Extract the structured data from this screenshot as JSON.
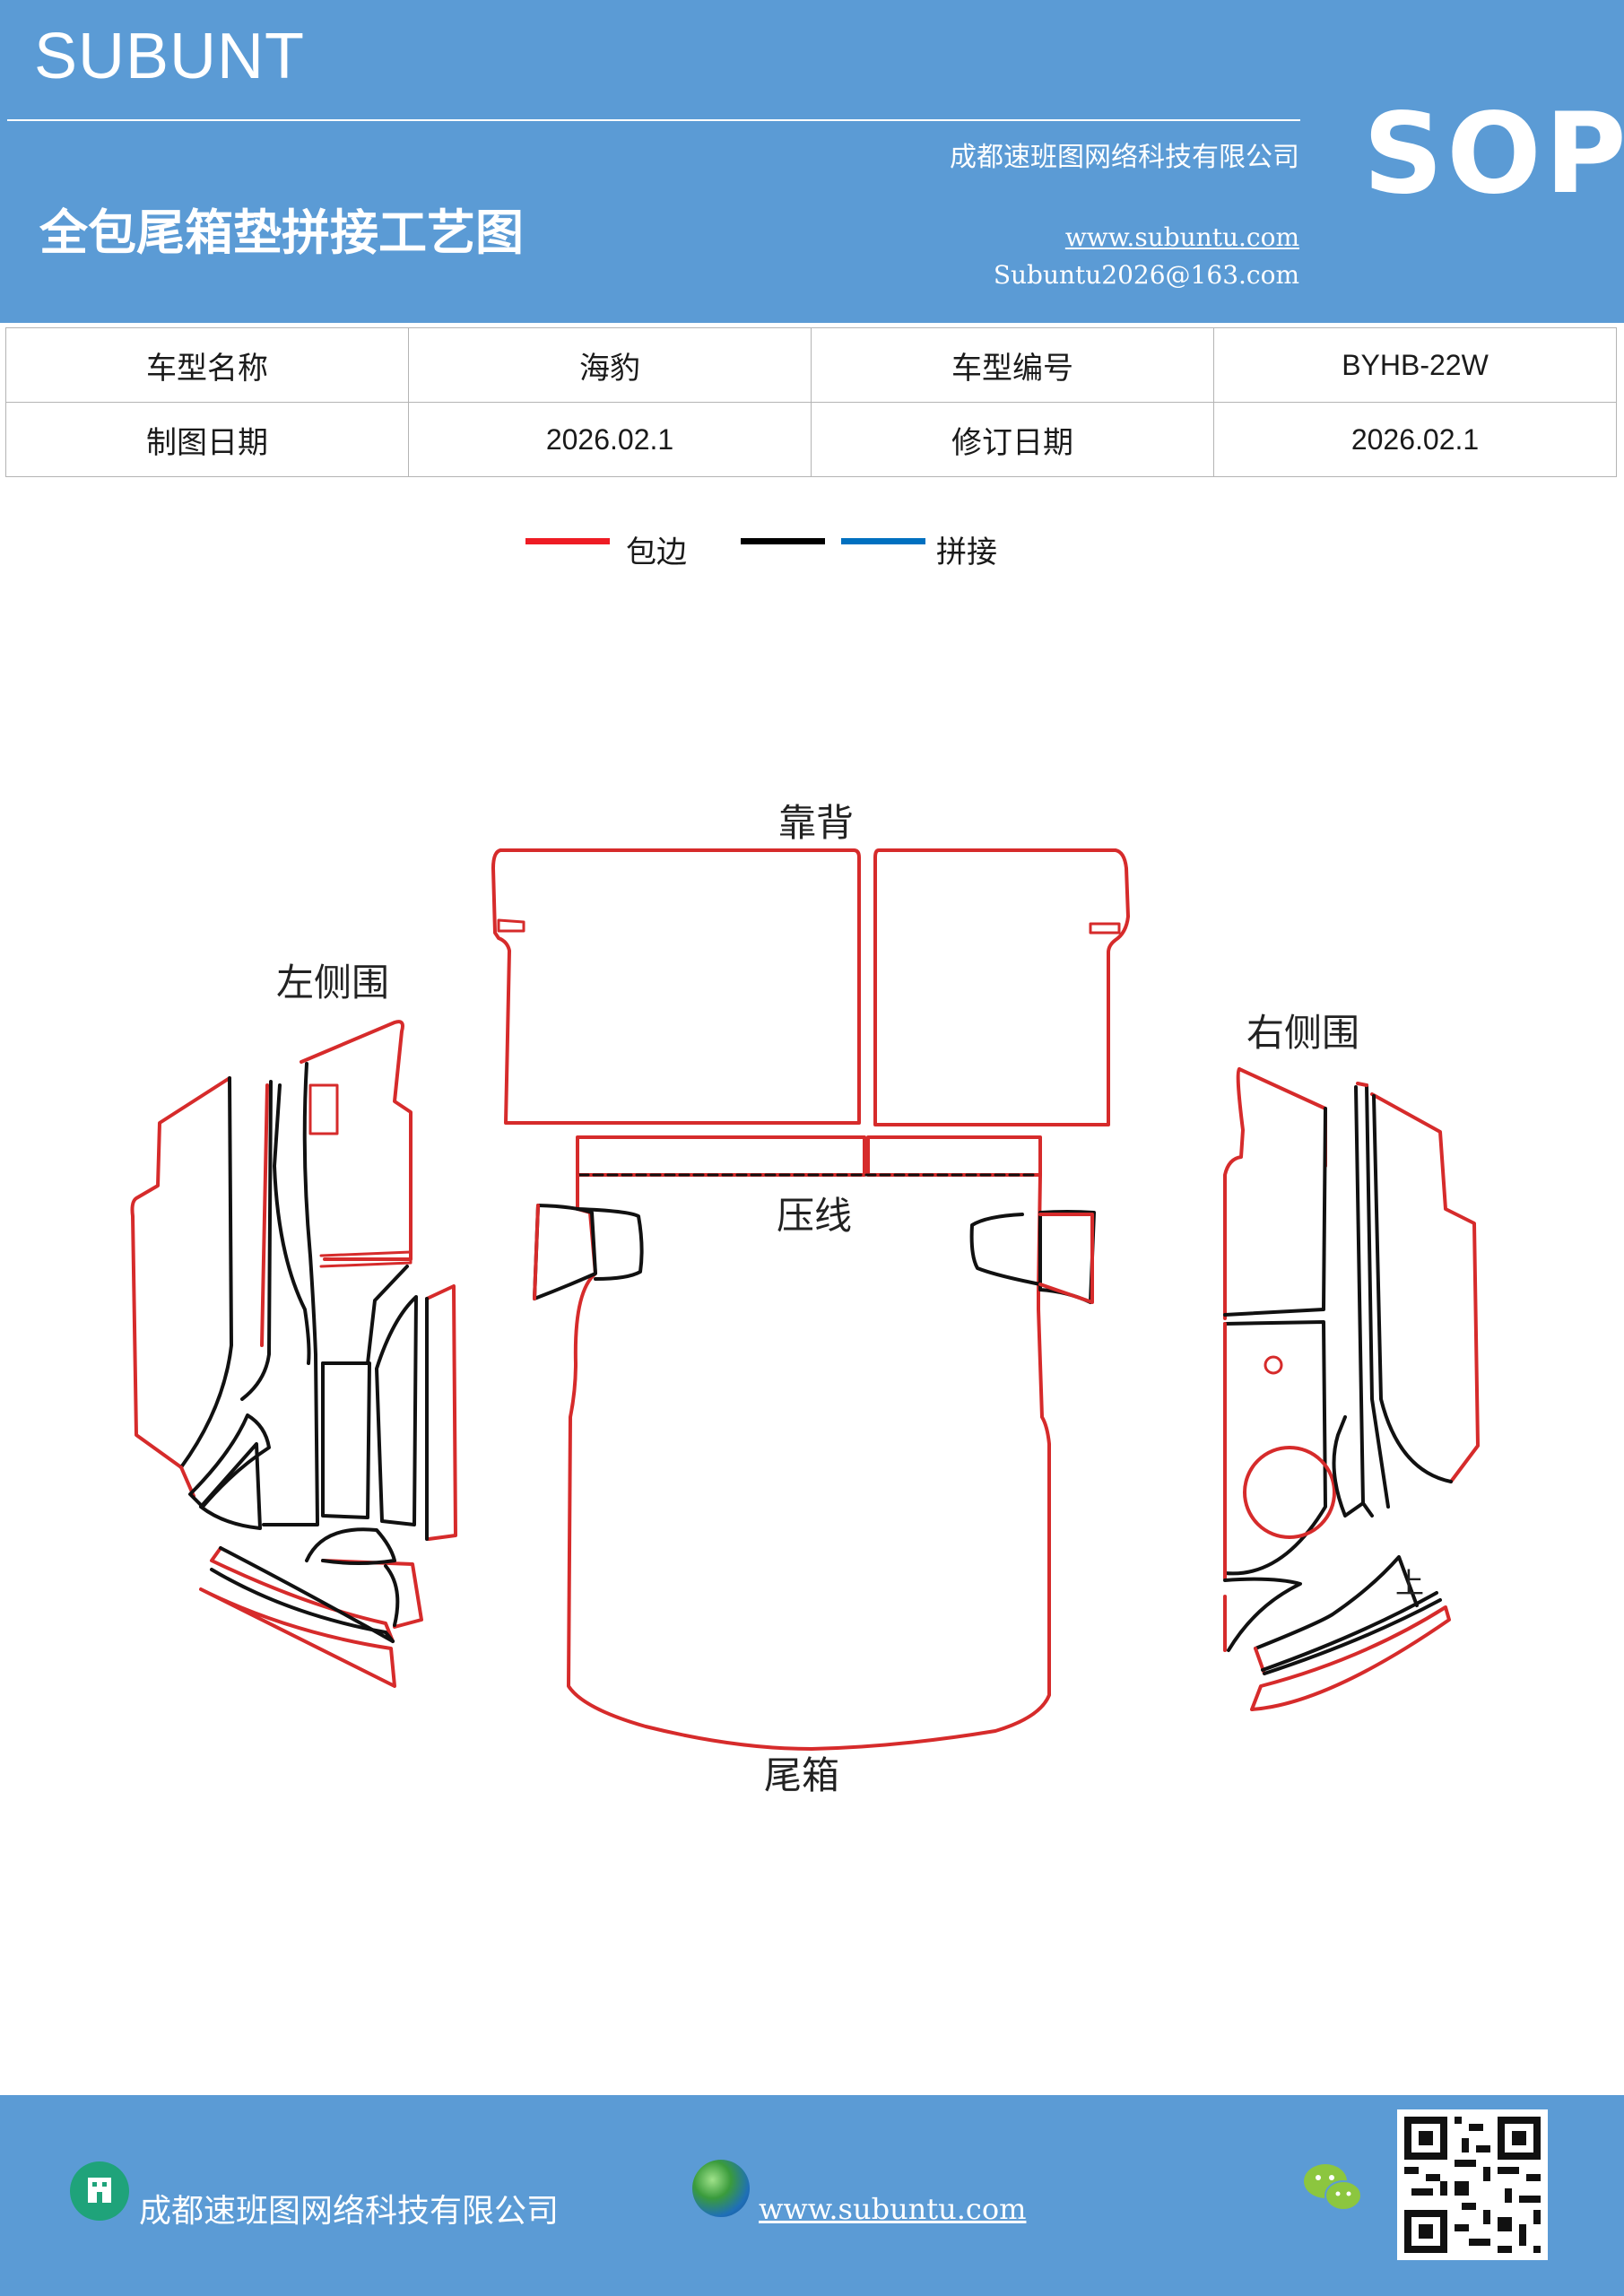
{
  "header": {
    "brand": "SUBUNT",
    "company": "成都速班图网络科技有限公司",
    "title": "全包尾箱垫拼接工艺图",
    "website": "www.subuntu.com",
    "email": "Subuntu2026@163.com",
    "badge": "SOP"
  },
  "info": {
    "model_name_label": "车型名称",
    "model_name_value": "海豹",
    "model_code_label": "车型编号",
    "model_code_value": "BYHB-22W",
    "draw_date_label": "制图日期",
    "draw_date_value": "2026.02.1",
    "revise_date_label": "修订日期",
    "revise_date_value": "2026.02.1"
  },
  "legend": {
    "items": [
      {
        "color": "#ee1c24",
        "label": "包边"
      },
      {
        "color": "#000000",
        "label": ""
      },
      {
        "color": "#0070c0",
        "label": "拼接"
      }
    ]
  },
  "colors": {
    "edge_binding": "#d62b2b",
    "seam": "#111111",
    "header_bg": "#5b9bd5"
  },
  "parts": {
    "backrest": "靠背",
    "left_side": "左侧围",
    "right_side": "右侧围",
    "press_line": "压线",
    "trunk": "尾箱",
    "up_mark": "上"
  },
  "footer": {
    "company": "成都速班图网络科技有限公司",
    "website": "www.subuntu.com",
    "building_icon": "building-icon",
    "globe_icon": "globe-icon",
    "wechat_icon": "wechat-icon"
  }
}
